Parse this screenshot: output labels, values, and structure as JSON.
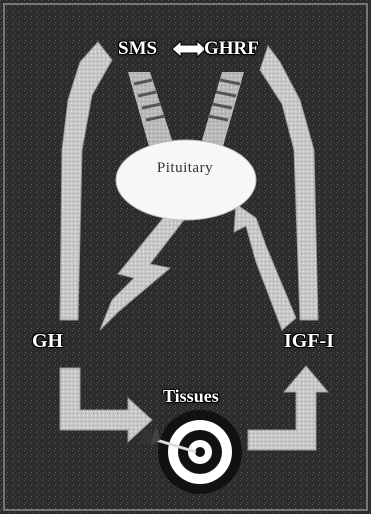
{
  "diagram": {
    "labels": {
      "sms": "SMS",
      "ghrf": "GHRF",
      "pituitary": "Pituitary",
      "gh": "GH",
      "igf1": "IGF-I",
      "tissues": "Tissues"
    }
  },
  "colors": {
    "background": "#2a2a2a",
    "arrow": "#c8c8c8",
    "pituitary_fill": "#f7f7f7",
    "target_dark": "#111111",
    "target_light": "#ffffff",
    "label_text": "#ffffff"
  }
}
